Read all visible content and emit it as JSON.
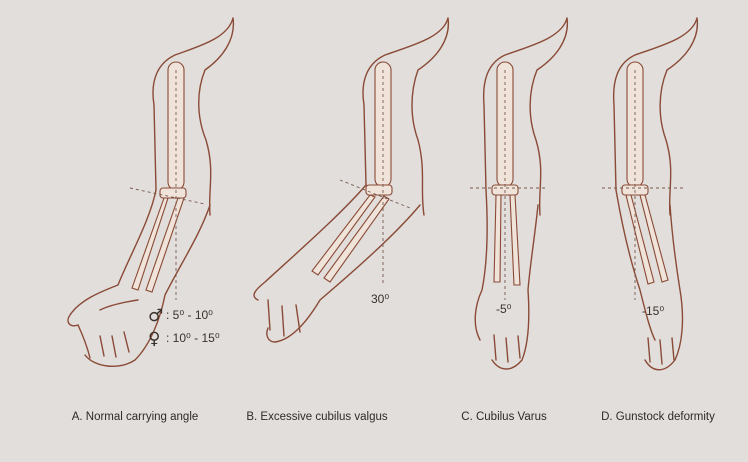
{
  "panels": [
    {
      "caption": "A. Normal carrying angle",
      "annotations": [
        {
          "symbol": "♂",
          "text": ": 5⁰ - 10⁰"
        },
        {
          "symbol": "♀",
          "text": ": 10⁰ - 15⁰"
        }
      ]
    },
    {
      "caption": "B. Excessive cubilus valgus",
      "angle_label": "30⁰"
    },
    {
      "caption": "C. Cubilus Varus",
      "angle_label": "-5⁰"
    },
    {
      "caption": "D. Gunstock deformity",
      "angle_label": "-15⁰"
    }
  ],
  "colors": {
    "background": "#e1dedb",
    "line": "#8a4a36",
    "text": "#2f2a27"
  }
}
